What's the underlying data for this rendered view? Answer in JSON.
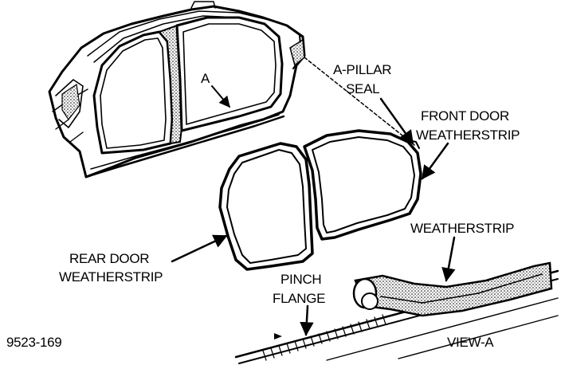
{
  "labels": {
    "a_marker": "A",
    "a_pillar_seal": [
      "A-PILLAR",
      "SEAL"
    ],
    "front_door_weatherstrip": [
      "FRONT DOOR",
      "WEATHERSTRIP"
    ],
    "weatherstrip": "WEATHERSTRIP",
    "rear_door_weatherstrip": [
      "REAR DOOR",
      "WEATHERSTRIP"
    ],
    "pinch_flange": [
      "PINCH",
      "FLANGE"
    ],
    "view_a": "VIEW-A",
    "figure_number": "9523-169"
  },
  "colors": {
    "line": "#000000",
    "background": "#ffffff",
    "shading": "#777777"
  }
}
